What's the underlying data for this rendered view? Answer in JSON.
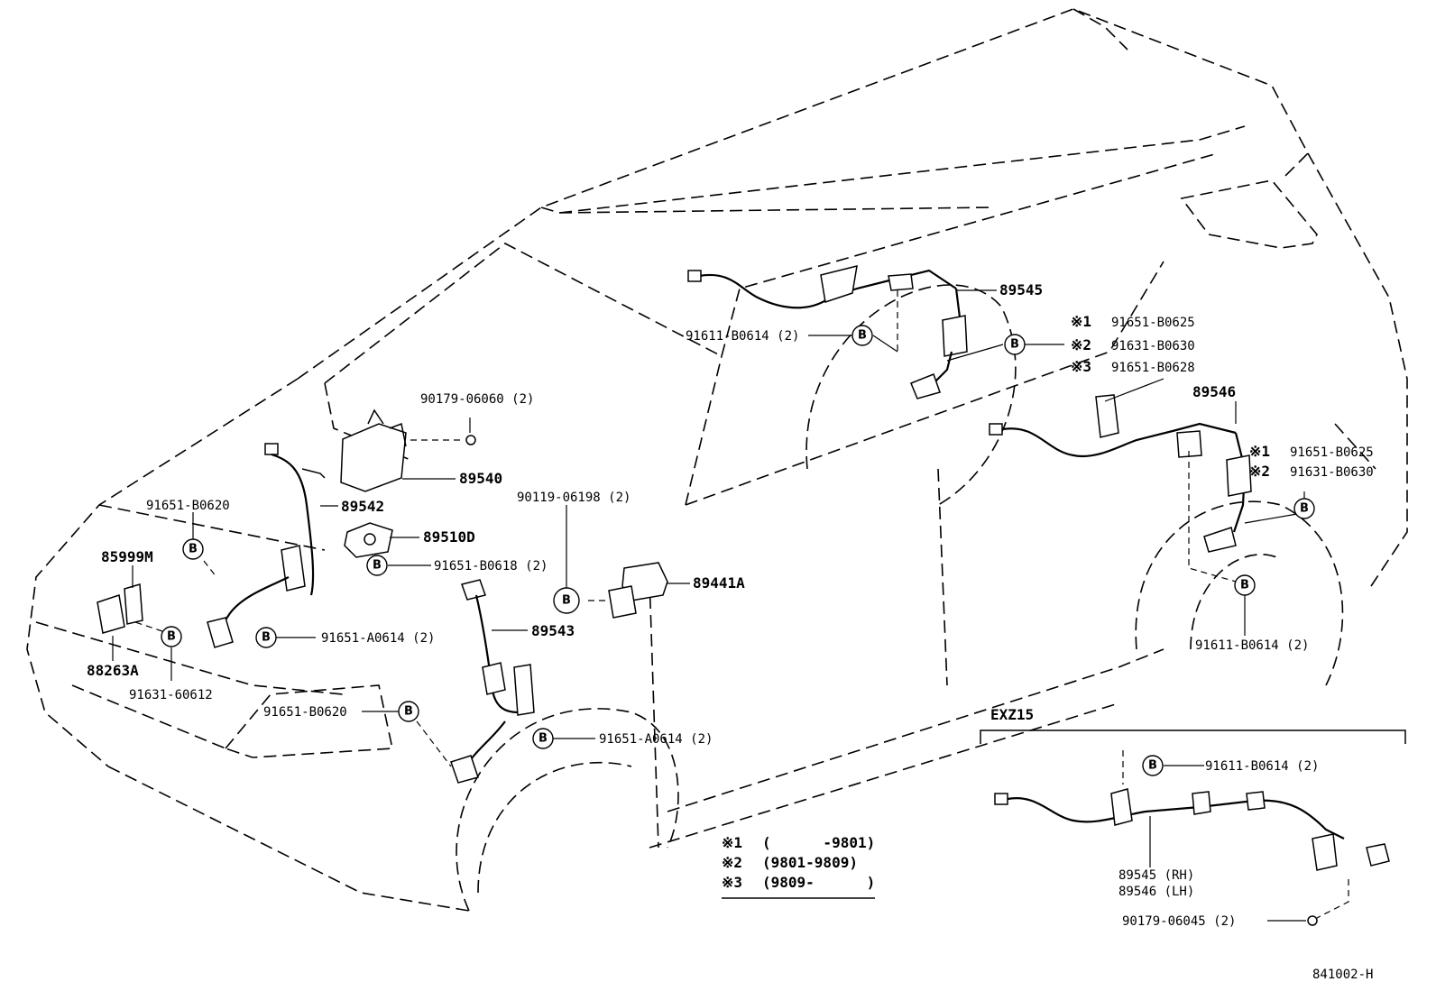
{
  "labels": {
    "p89545": "89545",
    "p89546": "89546",
    "p89540": "89540",
    "p89542": "89542",
    "p89510D": "89510D",
    "p89441A": "89441A",
    "p89543": "89543",
    "p85999M": "85999M",
    "p88263A": "88263A",
    "bolt_91611_B0614_top": "91611-B0614 (2)",
    "bolt_91611_B0614_right": "91611-B0614 (2)",
    "bolt_91611_B0614_exz": "91611-B0614 (2)",
    "nut_90179_06060": "90179-06060 (2)",
    "bolt_90119_06198": "90119-06198 (2)",
    "bolt_91651_B0620_top": "91651-B0620",
    "bolt_91651_B0620_bottom": "91651-B0620",
    "bolt_91651_B0618": "91651-B0618 (2)",
    "bolt_91651_A0614_left": "91651-A0614 (2)",
    "bolt_91651_A0614_front": "91651-A0614 (2)",
    "bolt_91631_60612": "91631-60612",
    "nut_90179_06045": "90179-06045 (2)",
    "rear_r_note1_mark": "※1",
    "rear_r_note1_part": "91651-B0625",
    "rear_r_note2_mark": "※2",
    "rear_r_note2_part": "91631-B0630",
    "rear_r_note3_mark": "※3",
    "rear_r_note3_part": "91651-B0628",
    "rear_l_note1_mark": "※1",
    "rear_l_note1_part": "91651-B0625",
    "rear_l_note2_mark": "※2",
    "rear_l_note2_part": "91631-B0630",
    "exz_title": "EXZ15",
    "exz_rh": "89545 (RH)",
    "exz_lh": "89546 (LH)",
    "b_marker": "B",
    "figure_number": "841002-H"
  },
  "legend": [
    {
      "mark": "※1",
      "range": "(      -9801)"
    },
    {
      "mark": "※2",
      "range": "(9801-9809)"
    },
    {
      "mark": "※3",
      "range": "(9809-      )"
    }
  ]
}
